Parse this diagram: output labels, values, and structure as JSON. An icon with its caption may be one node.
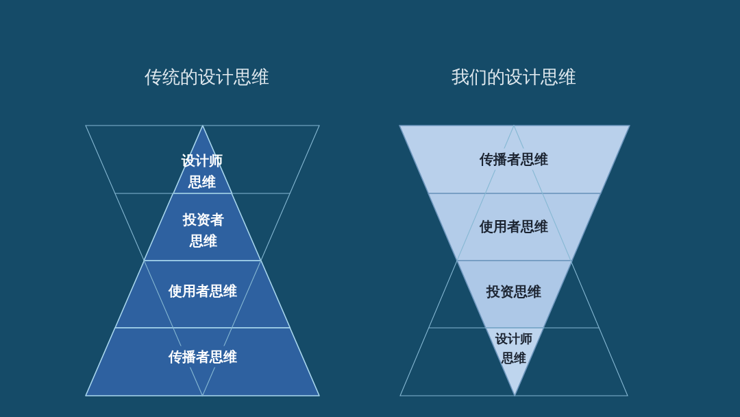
{
  "diagram": {
    "nodes": [
      {
        "text": [
          "设计师思维"
        ]
      },
      {
        "text": [
          "投资者思维"
        ]
      },
      {
        "text": [
          "使用者思维"
        ]
      },
      {
        "text": [
          "传播者思维"
        ]
      },
      {
        "text": [
          "传播者思维"
        ]
      },
      {
        "text": [
          "使用者思维"
        ]
      },
      {
        "text": [
          "投资思维"
        ]
      },
      {
        "text": [
          "设计师思维"
        ]
      }
    ],
    "labels": [
      "传统的设计思维",
      "我们的设计思维"
    ]
  }
}
